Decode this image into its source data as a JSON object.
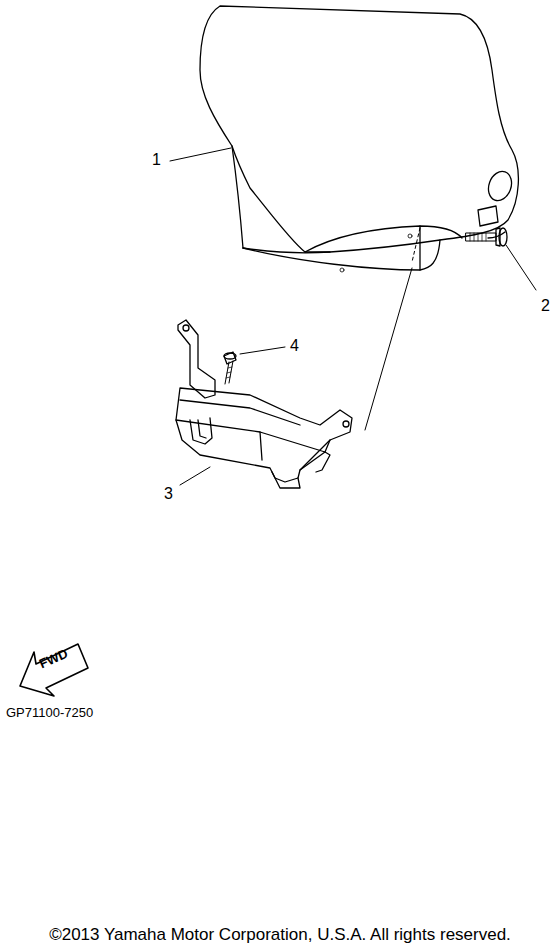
{
  "diagram": {
    "labels": [
      "1",
      "2",
      "3",
      "4",
      "FWD",
      "GP71100-7250",
      "©2013 Yamaha Motor Corporation, U.S.A. All rights reserved."
    ]
  }
}
